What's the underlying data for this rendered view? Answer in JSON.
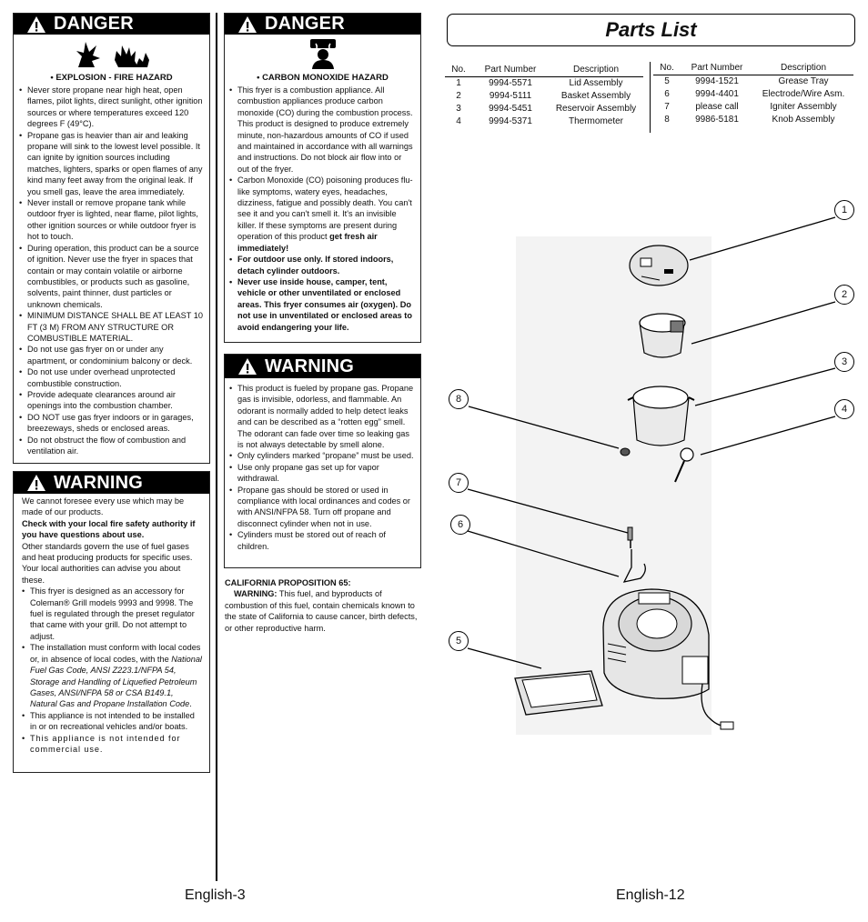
{
  "danger1": {
    "header": "DANGER",
    "hazard_title": "• EXPLOSION - FIRE HAZARD",
    "items": [
      "Never store propane near high heat, open flames, pilot lights, direct sunlight, other ignition sources or where temperatures exceed 120 degrees F (49°C).",
      "Propane gas is heavier than air and leaking propane will sink to the lowest level possible. It can ignite by ignition sources including matches, lighters, sparks or open flames of any kind many feet away from the original leak. If you smell gas, leave the area immediately.",
      "Never install or remove propane tank while outdoor fryer is lighted, near flame, pilot lights, other ignition sources or while outdoor fryer is hot to touch.",
      "During operation, this product can be a source of ignition. Never use the fryer in spaces that contain or may contain volatile or airborne combustibles, or products such as gasoline, solvents, paint thinner, dust particles or unknown chemicals.",
      "MINIMUM DISTANCE SHALL BE AT LEAST 10 FT (3 M) FROM ANY STRUCTURE OR COMBUSTIBLE MATERIAL.",
      "Do not use gas fryer on or under any apartment, or condominium balcony or deck.",
      "Do not use under overhead unprotected combustible construction.",
      "Provide adequate clearances around air openings into the combustion chamber.",
      "DO NOT use gas fryer indoors or in garages, breezeways, sheds or enclosed areas.",
      "Do not obstruct the flow of combustion and ventilation air."
    ]
  },
  "warning1": {
    "header": "WARNING",
    "intro": "We cannot foresee every use which may be made of our products.",
    "intro_bold": "Check with your local fire safety authority if you have questions about use.",
    "intro2": "Other standards govern the use of fuel gases and heat producing products for specific uses. Your local authorities can advise you about these.",
    "item1": "This fryer is designed as an accessory for Coleman® Grill models 9993 and 9998. The fuel is regulated through the preset regulator that came with your grill.  Do not attempt to adjust.",
    "item2_pre": "The installation must conform with local codes or, in absence of local codes, with the ",
    "item2_ital": "National Fuel Gas Code, ANSI Z223.1/NFPA 54, Storage and Handling of Liquefied Petroleum Gases, ANSI/NFPA 58 or CSA B149.1, Natural Gas and Propane Installation Code",
    "item2_post": ".",
    "item3": "This appliance is not intended to be installed in or on recreational vehicles and/or boats.",
    "item4": "This appliance is not intended for commercial use."
  },
  "danger2": {
    "header": "DANGER",
    "hazard_title": "• CARBON MONOXIDE HAZARD",
    "item1": "This fryer is a combustion appliance. All combustion appliances produce carbon monoxide (CO) during the combustion process. This product is designed to produce extremely minute, non-hazardous amounts of CO if used and maintained in accordance with all warnings and instructions. Do not block air flow into or out of the fryer.",
    "item2_pre": "Carbon Monoxide (CO) poisoning produces flu-like symptoms, watery eyes, headaches, dizziness, fatigue and possibly death. You can't see it and you can't smell it. It's an invisible killer. If these symptoms are present during operation of this product ",
    "item2_bold": "get fresh air immediately!",
    "item3": "For outdoor use only. If stored indoors, detach cylinder outdoors.",
    "item4": "Never use inside house, camper, tent, vehicle or other unventilated or enclosed areas. This fryer consumes air (oxygen). Do not use in unventilated or enclosed areas to avoid endangering your life."
  },
  "warning2": {
    "header": "WARNING",
    "items": [
      "This product is fueled by propane gas. Propane gas is invisible, odorless, and flammable. An odorant is normally added to help detect leaks and can be described as a “rotten egg” smell. The odorant can fade over time so leaking gas is not always detectable by smell alone.",
      "Only cylinders marked “propane” must be used.",
      "Use only propane gas set up for vapor withdrawal.",
      "Propane gas should be stored or used in compliance with local ordinances and codes or with ANSI/NFPA 58. Turn off propane and disconnect cylinder when not in use.",
      "Cylinders must be stored out of reach of children."
    ]
  },
  "california": {
    "title": "CALIFORNIA PROPOSITION 65:",
    "label": "WARNING:",
    "text": " This fuel, and byproducts of combustion of this fuel, contain chemicals known to the state of California to cause cancer, birth defects, or other reproductive harm."
  },
  "parts_list": {
    "title": "Parts List",
    "columns": [
      "No.",
      "Part Number",
      "Description"
    ],
    "left_rows": [
      [
        "1",
        "9994-5571",
        "Lid Assembly"
      ],
      [
        "2",
        "9994-5111",
        "Basket Assembly"
      ],
      [
        "3",
        "9994-5451",
        "Reservoir Assembly"
      ],
      [
        "4",
        "9994-5371",
        "Thermometer"
      ]
    ],
    "right_rows": [
      [
        "5",
        "9994-1521",
        "Grease Tray"
      ],
      [
        "6",
        "9994-4401",
        "Electrode/Wire Asm."
      ],
      [
        "7",
        "please call",
        "Igniter Assembly"
      ],
      [
        "8",
        "9986-5181",
        "Knob Assembly"
      ]
    ]
  },
  "callouts": [
    "1",
    "2",
    "3",
    "4",
    "5",
    "6",
    "7",
    "8"
  ],
  "footer": {
    "left": "English-3",
    "right": "English-12"
  }
}
